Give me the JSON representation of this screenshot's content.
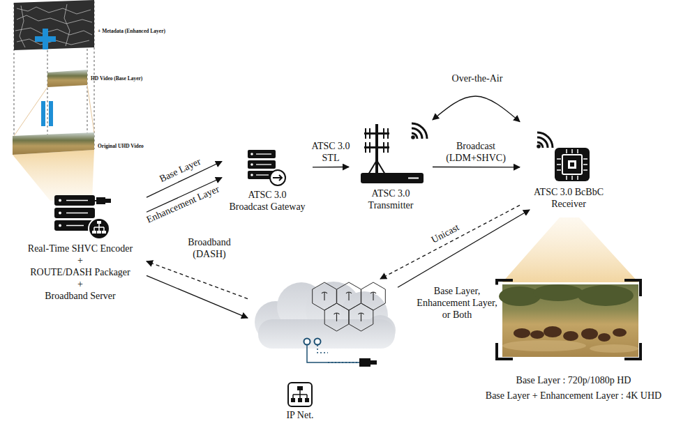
{
  "diagram": {
    "nodes": [
      {
        "text": [
          "Real-Time SHVC Encoder + ROUTE/DASH Packager + Broadband Server"
        ]
      },
      {
        "text": [
          "ATSC 3.0 Broadcast Gateway"
        ]
      },
      {
        "text": [
          "ATSC 3.0 Transmitter"
        ]
      },
      {
        "text": [
          "ATSC 3.0 BcBbC Receiver"
        ]
      },
      {
        "text": [
          "IP Net."
        ]
      }
    ],
    "edges": [
      {
        "from": 0,
        "to": 1,
        "label": "Base Layer",
        "arrow": "to"
      },
      {
        "from": 0,
        "to": 1,
        "label": "Enhancement Layer",
        "arrow": "to"
      },
      {
        "from": 1,
        "to": 2,
        "label": "ATSC 3.0 STL",
        "arrow": "to"
      },
      {
        "from": 2,
        "to": 3,
        "label": "Broadcast (LDM+SHVC)",
        "arrow": "to"
      },
      {
        "from": 2,
        "to": 3,
        "label": "Over-the-Air",
        "arrow": "both"
      },
      {
        "from": 0,
        "to": 4,
        "arrow": "to"
      },
      {
        "from": 4,
        "to": 0,
        "label": "Broadband (DASH)",
        "arrow": "to"
      },
      {
        "from": 3,
        "to": 4,
        "label": "Unicast",
        "arrow": "to"
      },
      {
        "from": 4,
        "to": 3,
        "label": "Base Layer, Enhancement Layer, or Both",
        "arrow": "to"
      }
    ],
    "labels": [
      "+ Metadata (Enhanced Layer)",
      "HD Video (Base Layer)",
      "Original UHD Video",
      "Base Layer : 720p/1080p HD",
      "Base Layer + Enhancement Layer : 4K UHD"
    ]
  }
}
